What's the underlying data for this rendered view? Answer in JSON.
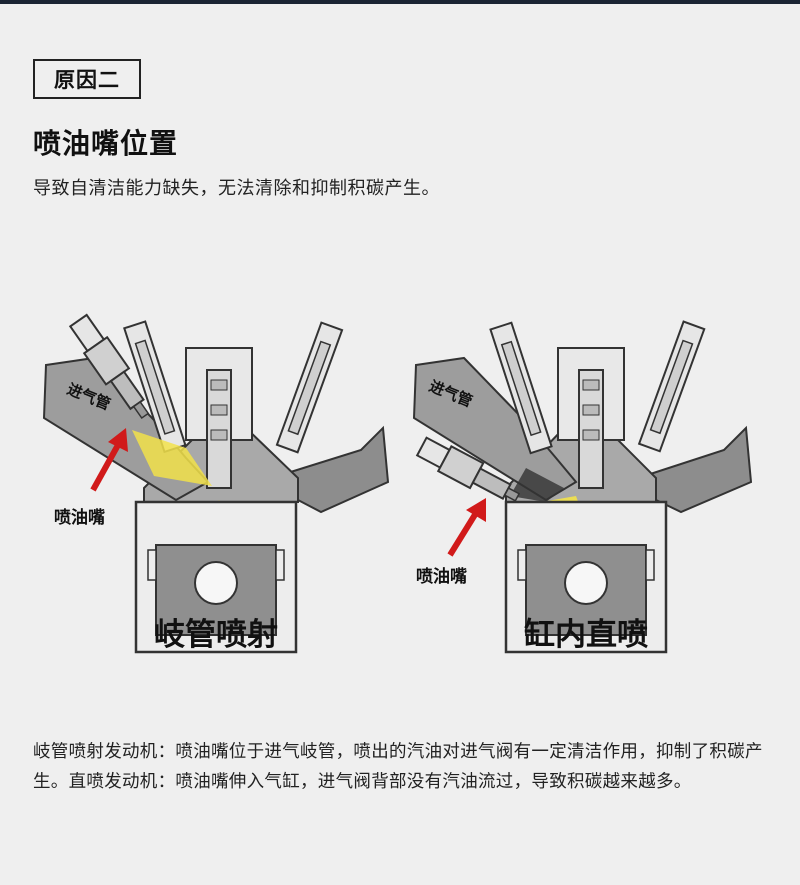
{
  "section_tag": "原因二",
  "title": "喷油嘴位置",
  "subtitle": "导致自清洁能力缺失，无法清除和抑制积碳产生。",
  "diagrams": [
    {
      "label": "岐管喷射",
      "intake_label": "进气管",
      "nozzle_label": "喷油嘴"
    },
    {
      "label": "缸内直喷",
      "intake_label": "进气管",
      "nozzle_label": "喷油嘴"
    }
  ],
  "caption": "岐管喷射发动机：喷油嘴位于进气岐管，喷出的汽油对进气阀有一定清洁作用，抑制了积碳产生。直喷发动机：喷油嘴伸入气缸，进气阀背部没有汽油流过，导致积碳越来越多。",
  "colors": {
    "arrow": "#d11a1a",
    "spray": "#f2e24a",
    "spark": "#f5d400",
    "metal": "#9a9a9a"
  }
}
